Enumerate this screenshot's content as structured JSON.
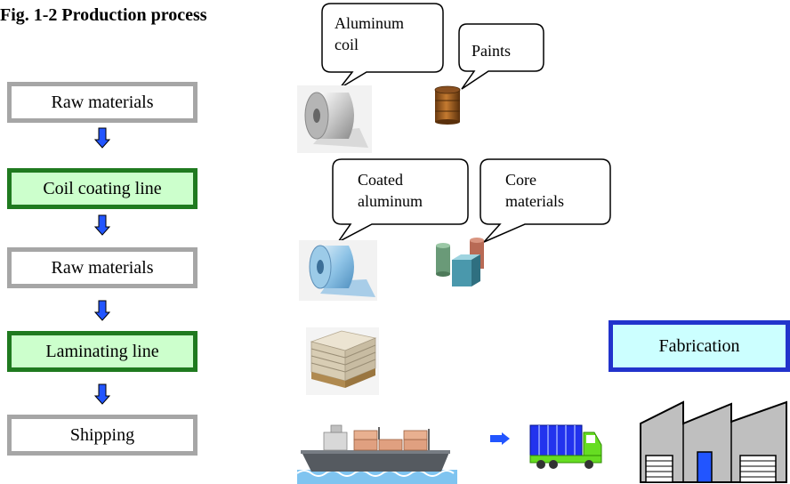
{
  "title": "Fig. 1-2 Production process",
  "steps": [
    {
      "label": "Raw materials",
      "style": "gray"
    },
    {
      "label": "Coil coating line",
      "style": "green"
    },
    {
      "label": "Raw materials",
      "style": "gray"
    },
    {
      "label": "Laminating line",
      "style": "green"
    },
    {
      "label": "Shipping",
      "style": "gray"
    }
  ],
  "fabrication": {
    "label": "Fabrication"
  },
  "bubbles": {
    "aluminum_coil": {
      "line1": "Aluminum",
      "line2": "coil"
    },
    "paints": {
      "line1": "Paints"
    },
    "coated_aluminum": {
      "line1": "Coated",
      "line2": "aluminum"
    },
    "core_materials": {
      "line1": "Core",
      "line2": "materials"
    }
  },
  "icons": [
    "aluminum-coil-icon",
    "paint-drum-icon",
    "coated-coil-icon",
    "core-materials-icon",
    "panel-stack-icon",
    "cargo-ship-icon",
    "truck-icon",
    "factory-icon"
  ],
  "colors": {
    "gray_border": "#a6a6a6",
    "green_border": "#1f7a1f",
    "green_fill": "#ccffcc",
    "blue_border": "#2233cc",
    "fab_fill": "#ccffff",
    "arrow_blue": "#2255ff"
  }
}
